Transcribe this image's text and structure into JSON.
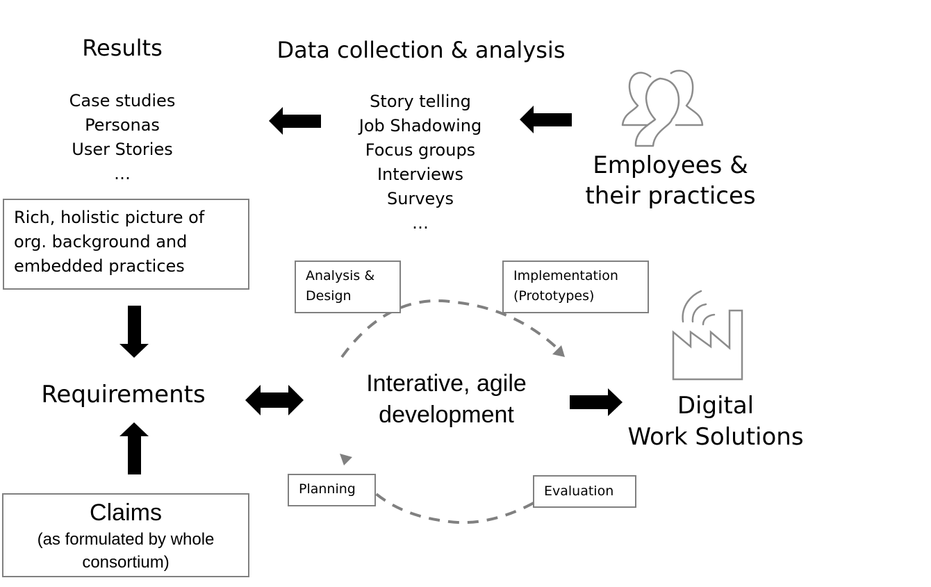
{
  "results": {
    "title": "Results",
    "items": [
      "Case studies",
      "Personas",
      "User Stories",
      "…"
    ]
  },
  "data_collection": {
    "title": "Data collection & analysis",
    "items": [
      "Story telling",
      "Job Shadowing",
      "Focus groups",
      "Interviews",
      "Surveys",
      "…"
    ]
  },
  "employees": {
    "icon": "people-group-icon",
    "lines": [
      "Employees &",
      "their practices"
    ]
  },
  "rich_picture": {
    "lines": [
      "Rich, holistic picture of",
      "org. background and",
      "embedded practices"
    ]
  },
  "requirements": {
    "label": "Requirements"
  },
  "claims": {
    "title": "Claims",
    "lines": [
      "(as formulated by whole",
      "consortium)"
    ]
  },
  "development": {
    "lines": [
      "Interative, agile",
      "development"
    ],
    "phases": {
      "analysis": [
        "Analysis &",
        "Design"
      ],
      "implementation": [
        "Implementation",
        "(Prototypes)"
      ],
      "planning": [
        "Planning"
      ],
      "evaluation": [
        "Evaluation"
      ]
    }
  },
  "digital_solutions": {
    "icon": "smart-factory-icon",
    "lines": [
      "Digital",
      "Work Solutions"
    ]
  },
  "colors": {
    "arrow": "#000000",
    "cycle_dashes": "#808080",
    "box_border": "#808080",
    "icon_stroke": "#8c8c8c"
  }
}
